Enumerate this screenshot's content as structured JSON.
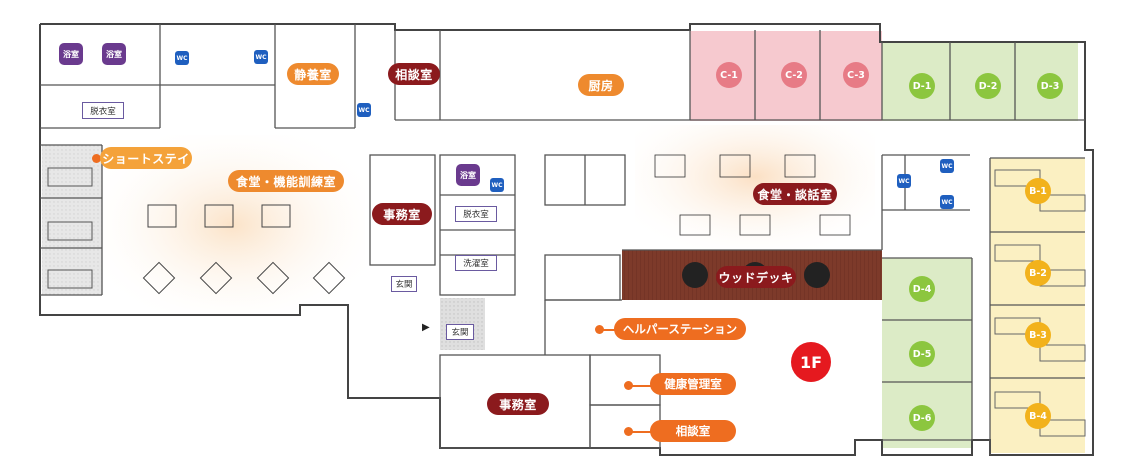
{
  "floor": "1F",
  "rooms": {
    "bath1": "浴室",
    "bath2": "浴室",
    "bath3": "浴室",
    "dressing1": "脱衣室",
    "dressing2": "脱衣室",
    "shizuyo": "静養室",
    "consult_top": "相談室",
    "kitchen": "厨房",
    "short_stay": "ショートステイ",
    "dining_training": "食堂・機能訓練室",
    "office1": "事務室",
    "laundry": "洗濯室",
    "entrance1": "玄関",
    "entrance2": "玄関",
    "dining_talk": "食堂・談話室",
    "wood_deck": "ウッドデッキ",
    "helper": "ヘルパーステーション",
    "office2": "事務室",
    "health": "健康管理室",
    "consult_bottom": "相談室"
  },
  "wc": "WC",
  "units": {
    "c": [
      "C-1",
      "C-2",
      "C-3"
    ],
    "d_top": [
      "D-1",
      "D-2",
      "D-3"
    ],
    "d_side": [
      "D-4",
      "D-5",
      "D-6"
    ],
    "b": [
      "B-1",
      "B-2",
      "B-3",
      "B-4"
    ]
  },
  "colors": {
    "c_unit": "#f6c9cf",
    "d_unit": "#dcebc6",
    "b_unit": "#fbf0c2",
    "deck": "#7d3a2a",
    "accent": "#ee6d20",
    "dark_label": "#8b1a1d",
    "bath_tag": "#6a3a8e",
    "wc_tag": "#1f5fbf"
  }
}
